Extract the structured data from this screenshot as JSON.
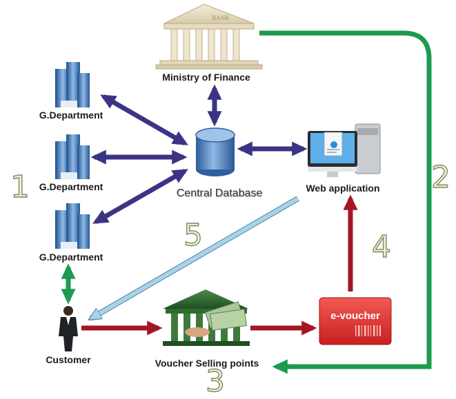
{
  "nodes": {
    "ministry": {
      "label": "Ministry of Finance",
      "sign": "BANK"
    },
    "dept1": {
      "label": "G.Department"
    },
    "dept2": {
      "label": "G.Department"
    },
    "dept3": {
      "label": "G.Department"
    },
    "database": {
      "label": "Central Database"
    },
    "webapp": {
      "label": "Web application"
    },
    "customer": {
      "label": "Customer"
    },
    "voucher_points": {
      "label": "Voucher Selling points"
    },
    "evoucher": {
      "label": "e-voucher"
    }
  },
  "steps": [
    "1",
    "2",
    "3",
    "4",
    "5"
  ],
  "colors": {
    "purple_arrow": "#3b3484",
    "green_arrow": "#1e9a4e",
    "red_arrow": "#a31626",
    "blue_arrow": "#a9d3ea",
    "evoucher_red": "#e5322d"
  }
}
